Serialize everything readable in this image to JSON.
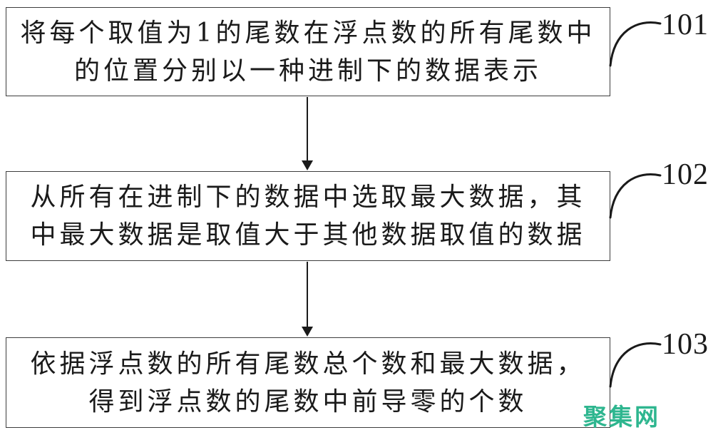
{
  "figure": {
    "type": "flowchart",
    "description": "patent-method-flow-diagram",
    "colors": {
      "ink": "#1a1a1a",
      "box_border": "#3d3d3d",
      "box_fill": "#ffffff",
      "background": "#ffffff"
    },
    "steps": [
      {
        "label": "101",
        "lines": [
          "将每个取值为1的尾数在浮点数的所有尾数中",
          "的位置分别以一种进制下的数据表示"
        ]
      },
      {
        "label": "102",
        "lines": [
          "从所有在进制下的数据中选取最大数据，其",
          "中最大数据是取值大于其他数据取值的数据"
        ]
      },
      {
        "label": "103",
        "lines": [
          "依据浮点数的所有尾数总个数和最大数据，",
          "得到浮点数的尾数中前导零的个数"
        ]
      }
    ],
    "connectors": [
      {
        "from": "101",
        "to": "102",
        "type": "arrow-down"
      },
      {
        "from": "102",
        "to": "103",
        "type": "arrow-down"
      }
    ],
    "watermark": {
      "text": "聚集网",
      "color": "#2eb68f"
    }
  }
}
